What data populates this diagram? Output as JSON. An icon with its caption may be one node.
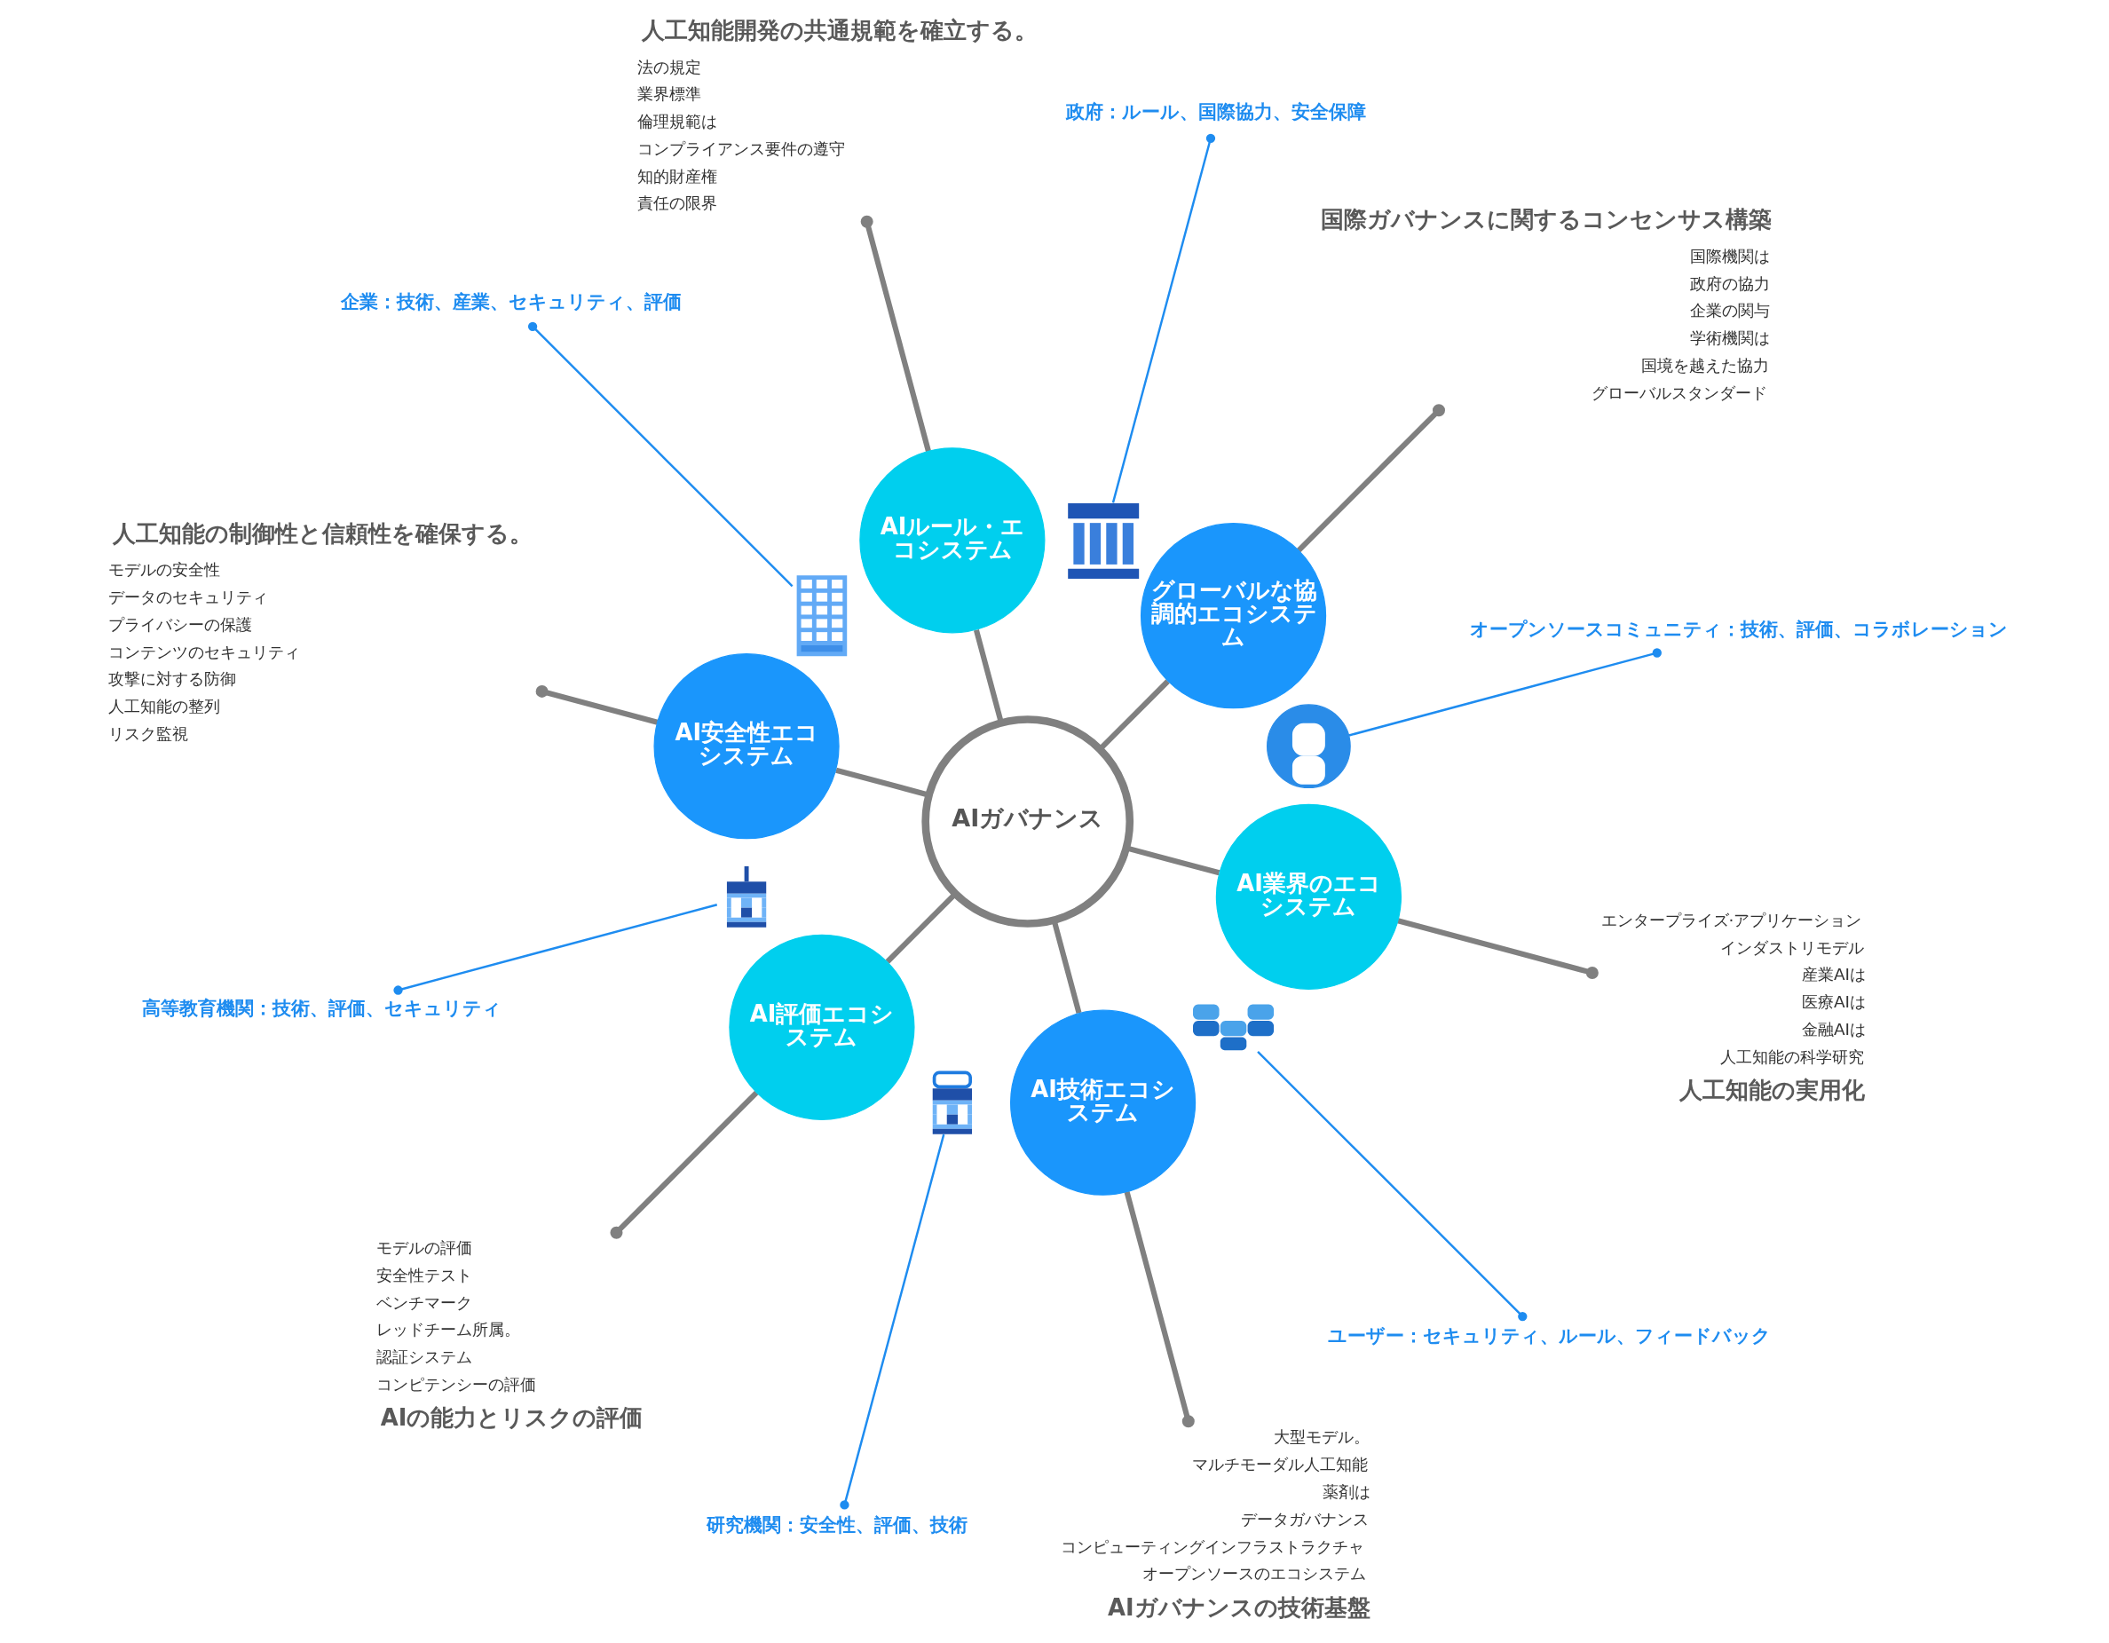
{
  "diagram": {
    "nodes": [
      {
        "text": [
          "AIガバナンス"
        ]
      },
      {
        "text": [
          "AIルール・エコシステム"
        ]
      },
      {
        "text": [
          "グローバルな協調的エコシステム"
        ]
      },
      {
        "text": [
          "AI業界のエコシステム"
        ]
      },
      {
        "text": [
          "AI技術エコシステム"
        ]
      },
      {
        "text": [
          "AI評価エコシステム"
        ]
      },
      {
        "text": [
          "AI安全性エコシステム"
        ]
      },
      {
        "text": [
          "人工知能開発の共通規範を確立する。"
        ],
        "beside": [
          "法の規定",
          "業界標準",
          "倫理規範は",
          "コンプライアンス要件の遵守",
          "知的財産権",
          "責任の限界"
        ]
      },
      {
        "text": [
          "国際ガバナンスに関するコンセンサス構築"
        ],
        "beside": [
          "国際機関は",
          "政府の協力",
          "企業の関与",
          "学術機関は",
          "国境を越えた協力",
          "グローバルスタンダード"
        ]
      },
      {
        "text": [
          "人工知能の実用化"
        ],
        "beside": [
          "エンタープライズ·アプリケーション",
          "インダストリモデル",
          "産業AIは",
          "医療AIは",
          "金融AIは",
          "人工知能の科学研究"
        ]
      },
      {
        "text": [
          "AIガバナンスの技術基盤"
        ],
        "beside": [
          "大型モデル。",
          "マルチモーダル人工知能",
          "薬剤は",
          "データガバナンス",
          "コンピューティングインフラストラクチャ",
          "オープンソースのエコシステム"
        ]
      },
      {
        "text": [
          "AIの能力とリスクの評価"
        ],
        "beside": [
          "モデルの評価",
          "安全性テスト",
          "ベンチマーク",
          "レッドチーム所属。",
          "認証システム",
          "コンピテンシーの評価"
        ]
      },
      {
        "text": [
          "人工知能の制御性と信頼性を確保する。"
        ],
        "beside": [
          "モデルの安全性",
          "データのセキュリティ",
          "プライバシーの保護",
          "コンテンツのセキュリティ",
          "攻撃に対する防御",
          "人工知能の整列",
          "リスク監視"
        ]
      },
      {
        "text": [
          "政府：ルール、国際協力、安全保障"
        ]
      },
      {
        "text": [],
        "shape": "picture"
      },
      {
        "text": [
          "オープンソースコミュニティ：技術、評価、コラボレーション"
        ]
      },
      {
        "text": [],
        "shape": "picture"
      },
      {
        "text": [
          "ユーザー：セキュリティ、ルール、フィードバック"
        ]
      },
      {
        "text": [],
        "shape": "picture"
      },
      {
        "text": [
          "研究機関：安全性、評価、技術"
        ]
      },
      {
        "text": [],
        "shape": "picture"
      },
      {
        "text": [
          "高等教育機関：技術、評価、セキュリティ"
        ]
      },
      {
        "text": [],
        "shape": "picture"
      },
      {
        "text": [
          "企業：技術、産業、セキュリティ、評価"
        ]
      },
      {
        "text": [],
        "shape": "picture"
      }
    ],
    "edges": [
      {
        "from": 0,
        "to": 1,
        "arrow": "none"
      },
      {
        "from": 0,
        "to": 2,
        "arrow": "none"
      },
      {
        "from": 0,
        "to": 3,
        "arrow": "none"
      },
      {
        "from": 0,
        "to": 4,
        "arrow": "none"
      },
      {
        "from": 0,
        "to": 5,
        "arrow": "none"
      },
      {
        "from": 0,
        "to": 6,
        "arrow": "none"
      },
      {
        "from": 1,
        "to": 7,
        "arrow": "other"
      },
      {
        "from": 2,
        "to": 8,
        "arrow": "other"
      },
      {
        "from": 3,
        "to": 9,
        "arrow": "other"
      },
      {
        "from": 4,
        "to": 10,
        "arrow": "other"
      },
      {
        "from": 5,
        "to": 11,
        "arrow": "other"
      },
      {
        "from": 6,
        "to": 12,
        "arrow": "other"
      },
      {
        "from": 14,
        "to": 13,
        "arrow": "other",
        "color": "#1e8cf0"
      },
      {
        "from": 16,
        "to": 15,
        "arrow": "other",
        "color": "#1e8cf0"
      },
      {
        "from": 18,
        "to": 17,
        "arrow": "other",
        "color": "#1e8cf0"
      },
      {
        "from": 20,
        "to": 19,
        "arrow": "other",
        "color": "#1e8cf0"
      },
      {
        "from": 22,
        "to": 21,
        "arrow": "other",
        "color": "#1e8cf0"
      },
      {
        "from": 24,
        "to": 23,
        "arrow": "other",
        "color": "#1e8cf0"
      }
    ]
  }
}
